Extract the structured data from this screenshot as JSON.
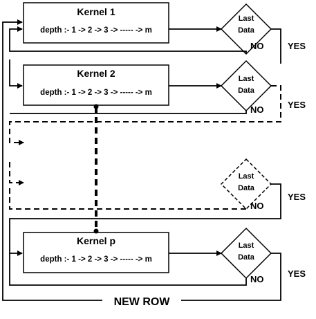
{
  "kernels": [
    {
      "title": "Kernel 1",
      "depth": "depth :- 1 -> 2 -> 3 -> ----- -> m"
    },
    {
      "title": "Kernel 2",
      "depth": "depth :- 1 -> 2 -> 3 -> ----- -> m"
    },
    {
      "title": "Kernel p",
      "depth": "depth :- 1 -> 2 -> 3 -> ----- -> m"
    }
  ],
  "decision": {
    "line1": "Last",
    "line2": "Data"
  },
  "labels": {
    "no": "NO",
    "yes": "YES",
    "new_row": "NEW ROW"
  }
}
